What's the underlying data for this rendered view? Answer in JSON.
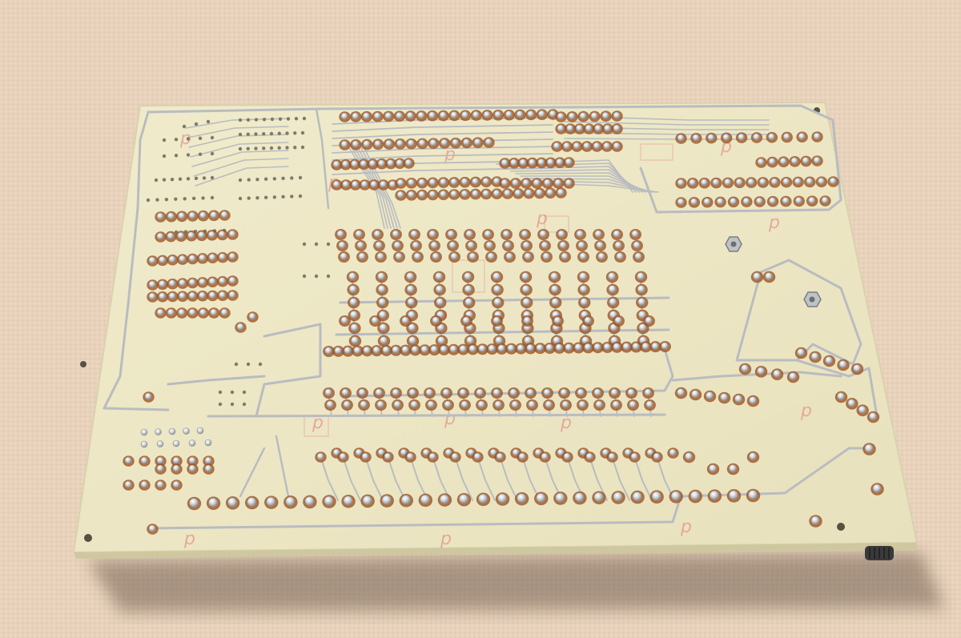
{
  "scene": {
    "subject": "printed-circuit-board-solder-side",
    "colors": {
      "background_fabric": "#e8d2bb",
      "background_fabric_light": "#f1e1cf",
      "board_substrate": "#ede7c6",
      "board_edge": "#d9d2ad",
      "shadow": "#5a4a3a",
      "copper_trace": "#b9bcc0",
      "trace_highlight": "#e6e8ea",
      "solder_pad": "#d7d9dc",
      "flux_residue": "#b4622a",
      "silkscreen_red": "#e07a7a",
      "mounting_nut": "#bfc3c6",
      "screw": "#3a3a3a"
    },
    "counts": {
      "top_signal_rows": 8,
      "dip_chip_footprints": 11,
      "bottom_pad_row": 30
    }
  }
}
